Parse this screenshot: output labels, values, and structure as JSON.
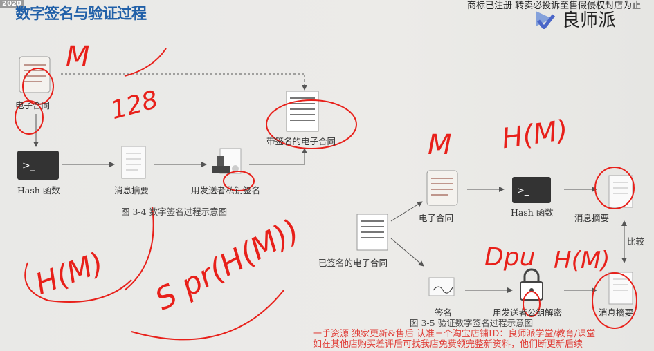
{
  "header": {
    "badge": "2020",
    "title": "数字签名与验证过程",
    "notice": "商标已注册 转卖必投诉至售假侵权封店为止",
    "logo_text": "良师派"
  },
  "fig34": {
    "contract": "电子合同",
    "hash": "Hash 函数",
    "digest": "消息摘要",
    "sign": "用发送者私钥签名",
    "signed": "带签名的电子合同",
    "caption": "图 3-4   数字签名过程示意图"
  },
  "fig35": {
    "signed": "已签名的电子合同",
    "contract": "电子合同",
    "hash": "Hash 函数",
    "digest1": "消息摘要",
    "compare": "比较",
    "signature": "签名",
    "decrypt": "用发送者公钥解密",
    "digest2": "消息摘要",
    "caption": "图 3-5   验证数字签名过程示意图"
  },
  "watermark": {
    "line1": "一手资源  独家更新&售后  认准三个淘宝店铺ID：良师派学堂/教育/课堂",
    "line2": "如在其他店购买差评后可找我店免费领完整新资料，他们断更新后续"
  },
  "annotations": {
    "m1": "M",
    "n128": "128",
    "hm_left": "H(M)",
    "spr": "S pr(H(M))",
    "m2": "M",
    "hm_top": "H(M)",
    "dpu": "Dpu",
    "hm_bottom": "H(M)"
  },
  "colors": {
    "title": "#2160a8",
    "ink": "#e8201a",
    "watermark": "#e0403a"
  }
}
